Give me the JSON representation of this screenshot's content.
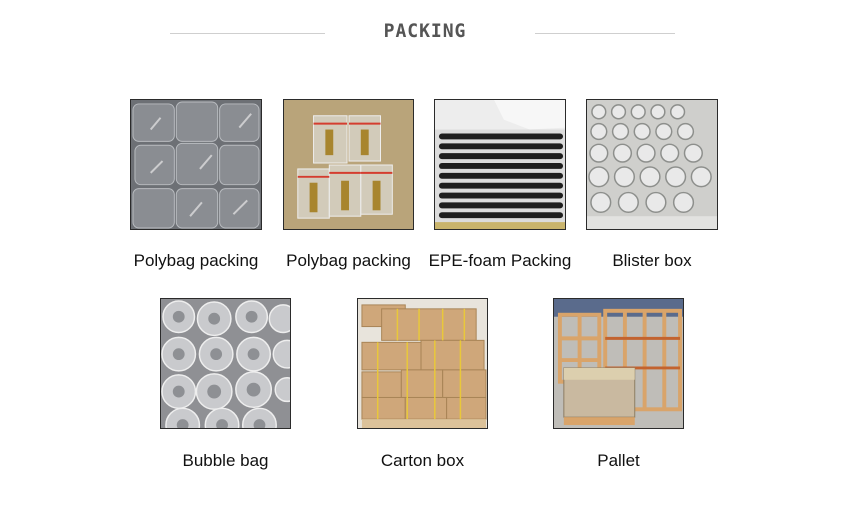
{
  "header": {
    "title": "PACKING"
  },
  "items": [
    {
      "label": "Polybag packing",
      "photo": "polybag-screws-photo"
    },
    {
      "label": "Polybag packing",
      "photo": "polybag-brass-fittings-photo"
    },
    {
      "label": "EPE-foam Packing",
      "photo": "epe-foam-tray-photo"
    },
    {
      "label": "Blister box",
      "photo": "blister-tray-photo"
    },
    {
      "label": "Bubble bag",
      "photo": "bubble-bag-rings-photo"
    },
    {
      "label": "Carton box",
      "photo": "carton-boxes-pallet-photo"
    },
    {
      "label": "Pallet",
      "photo": "wooden-crate-pallet-photo"
    }
  ],
  "colors": {
    "title": "#555555",
    "rule": "#cfcfcf",
    "caption": "#111111",
    "border": "#2b2b2b"
  }
}
